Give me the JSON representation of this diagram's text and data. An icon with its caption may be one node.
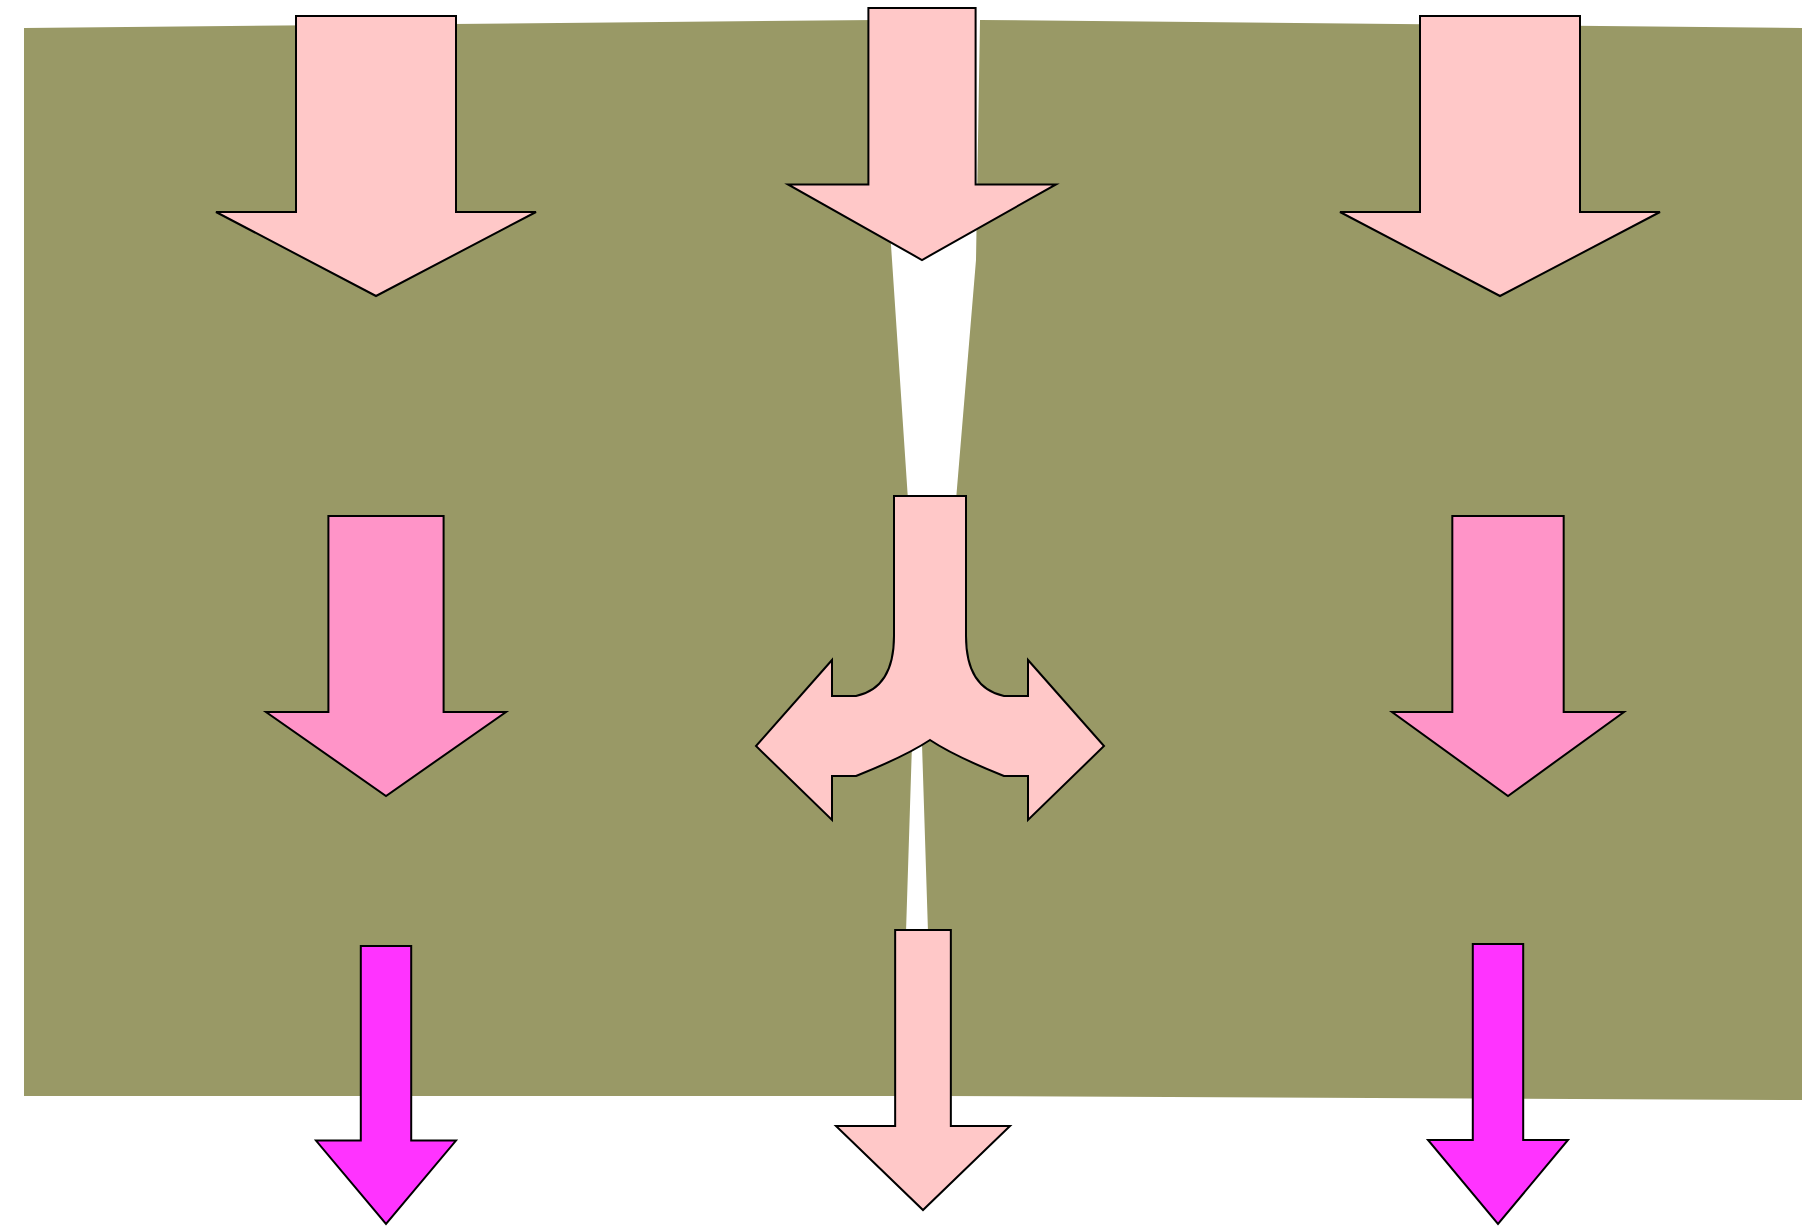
{
  "diagram": {
    "nodes": [
      {
        "text": [],
        "shape": "arrow"
      },
      {
        "text": [],
        "shape": "arrow"
      },
      {
        "text": [],
        "shape": "arrow"
      },
      {
        "text": [],
        "shape": "arrow"
      },
      {
        "text": [],
        "shape": "fork"
      },
      {
        "text": [],
        "shape": "arrow"
      },
      {
        "text": [],
        "shape": "arrow"
      },
      {
        "text": [],
        "shape": "arrow"
      },
      {
        "text": [],
        "shape": "arrow"
      }
    ]
  }
}
